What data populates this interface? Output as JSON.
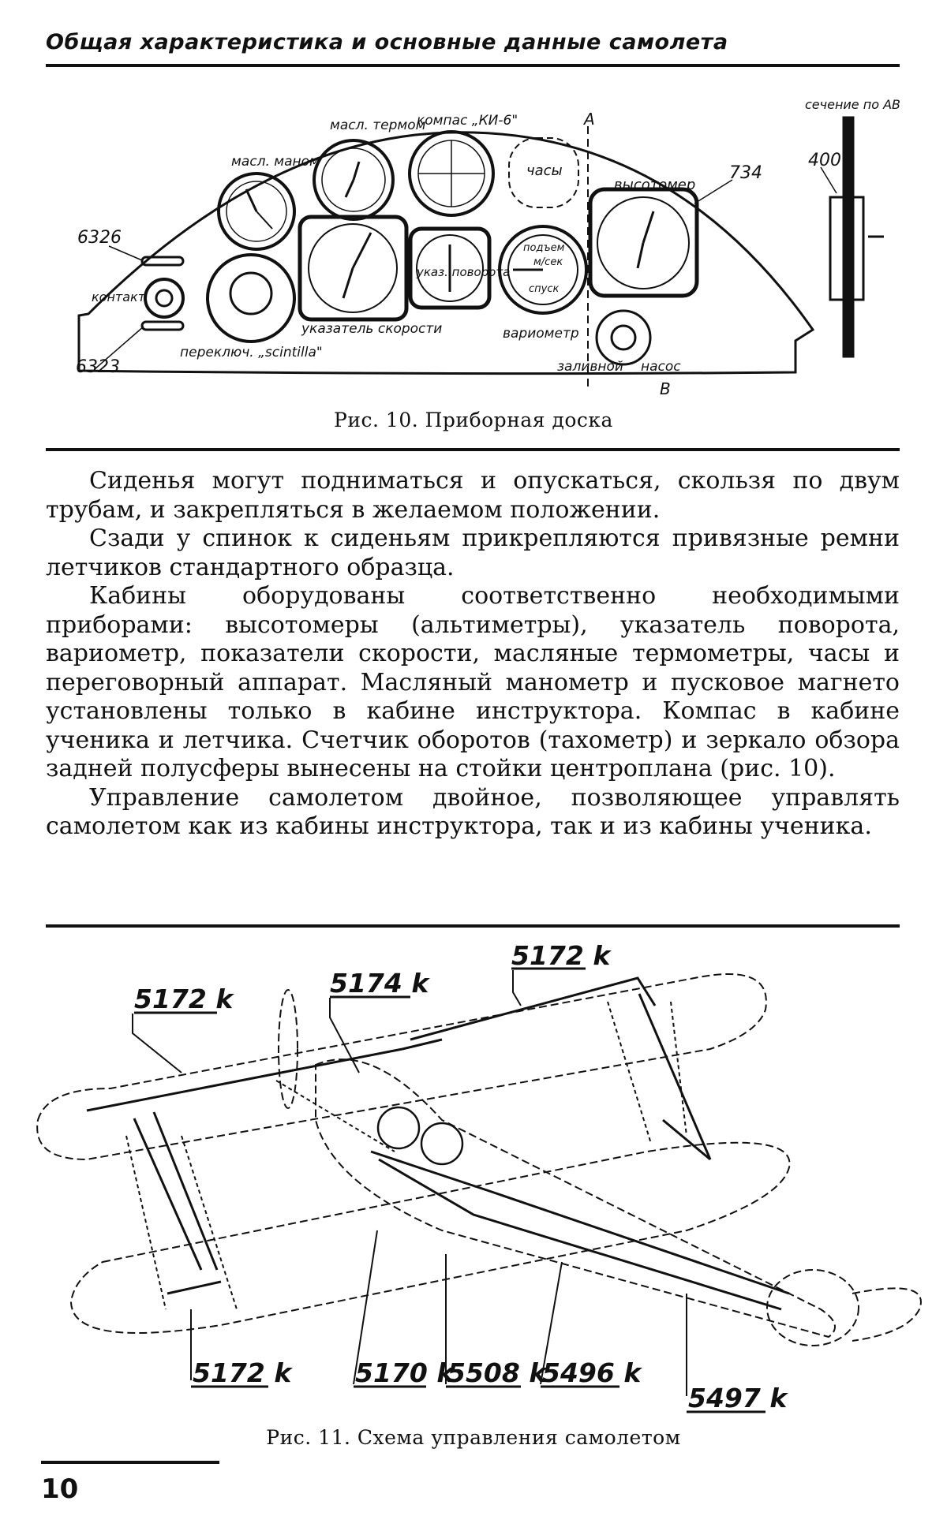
{
  "header": {
    "title": "Общая характеристика и основные данные самолета"
  },
  "figure10": {
    "caption": "Рис. 10. Приборная доска",
    "labels": {
      "oil_thermo": "масл. термом",
      "compass": "компас „КИ-6\"",
      "section_A": "А",
      "section_AB": "сечение по АВ",
      "oil_mano": "масл. маном",
      "clock": "часы",
      "altimeter": "высотомер",
      "ref_734": "734",
      "ref_400": "400",
      "ref_6326": "6326",
      "contact": "контакт",
      "turn_indicator": "указ. поворота",
      "vario_upper": "подъем",
      "vario_unit": "м/сек",
      "vario_lower": "спуск",
      "switch": "переключ. „scintilla\"",
      "speed_indicator": "указатель скорости",
      "variometer": "вариометр",
      "ref_6323": "6323",
      "primer": "заливной",
      "pump": "насос",
      "section_B": "В"
    }
  },
  "body": {
    "paragraphs": [
      "Сиденья могут подниматься и опускаться, скользя по двум трубам, и закрепляться в желаемом положении.",
      "Сзади у спинок к сиденьям прикрепляются привязные ремни летчиков стандартного образца.",
      "Кабины оборудованы соответственно необходимыми приборами: высотомеры (альтиметры), указатель поворота, вариометр, показатели скорости, масляные термометры, часы и переговорный аппарат. Масляный манометр и пусковое магнето установлены только в кабине инструктора. Компас в кабине ученика и летчика. Счетчик оборотов (тахометр) и зеркало обзора задней полусферы вынесены на стойки центроплана (рис. 10).",
      "Управление самолетом двойное, позволяющее управлять самолетом как из кабины инструктора, так и из кабины ученика."
    ]
  },
  "figure11": {
    "caption": "Рис. 11. Схема управления самолетом",
    "labels": {
      "top_right": "5172 k",
      "top_center": "5174 k",
      "top_left": "5172 k",
      "bottom_1": "5172 k",
      "bottom_2": "5170 k",
      "bottom_3": "5508 k",
      "bottom_4": "5496 k",
      "bottom_5": "5497 k"
    }
  },
  "footer": {
    "page_number": "10"
  }
}
